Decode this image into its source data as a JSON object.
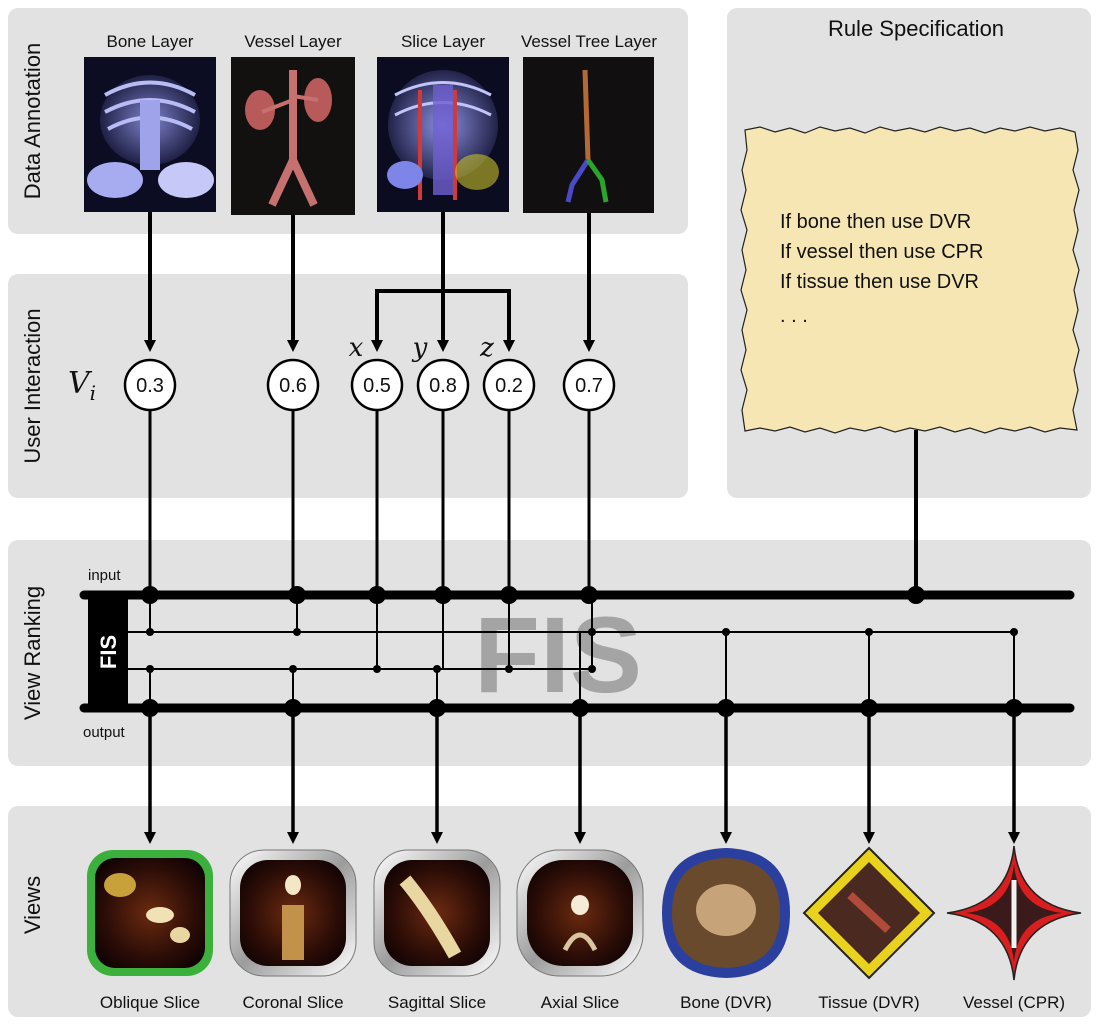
{
  "sections": {
    "data_annotation": "Data Annotation",
    "user_interaction": "User Interaction",
    "view_ranking": "View Ranking",
    "views": "Views",
    "rule_specification": "Rule Specification"
  },
  "layers": [
    {
      "label": "Bone Layer",
      "icon": "bone-render-thumbnail"
    },
    {
      "label": "Vessel Layer",
      "icon": "vessel-render-thumbnail"
    },
    {
      "label": "Slice Layer",
      "icon": "slice-render-thumbnail"
    },
    {
      "label": "Vessel Tree Layer",
      "icon": "vessel-tree-thumbnail"
    }
  ],
  "interaction": {
    "vi_label": "V",
    "vi_sub": "i",
    "nodes": [
      "0.3",
      "0.6",
      "0.5",
      "0.8",
      "0.2",
      "0.7"
    ],
    "axis_labels": [
      "x",
      "y",
      "z"
    ]
  },
  "rules": {
    "lines": [
      "If bone then use DVR",
      "If vessel then use CPR",
      "If tissue then use DVR",
      ". . ."
    ]
  },
  "fis": {
    "input_label": "input",
    "output_label": "output",
    "box_label": "FIS",
    "watermark": "FIS"
  },
  "views": [
    "Oblique Slice",
    "Coronal Slice",
    "Sagittal Slice",
    "Axial Slice",
    "Bone (DVR)",
    "Tissue (DVR)",
    "Vessel (CPR)"
  ],
  "colors": {
    "panel_bg": "#e2e2e2",
    "rule_note": "#f5e6b4",
    "oblique_frame": "#3cb03c",
    "bone_frame": "#2a3f9e",
    "tissue_frame": "#e8d21e",
    "vessel_frame": "#d81e1e",
    "watermark": "#9a9a9a"
  }
}
